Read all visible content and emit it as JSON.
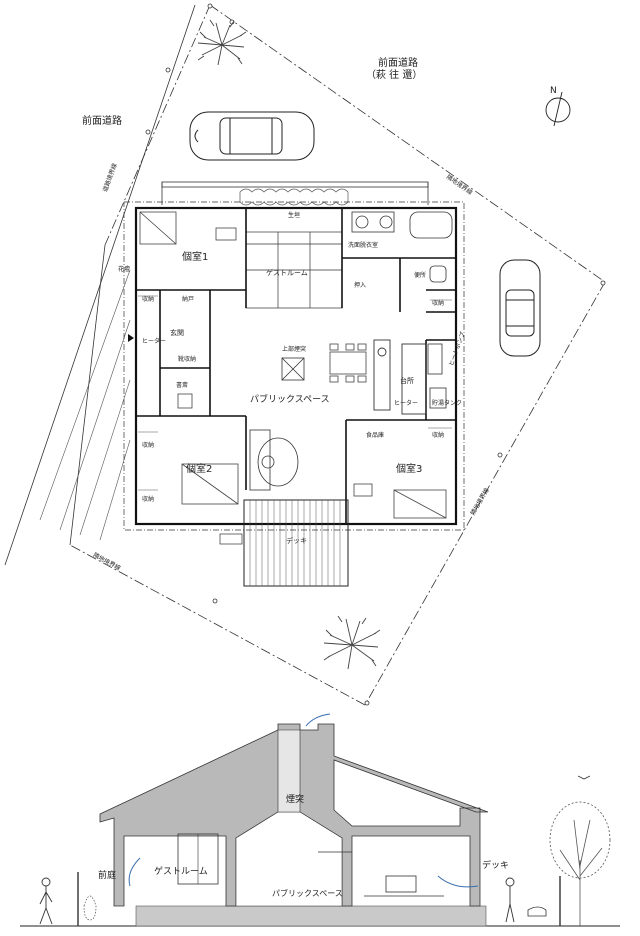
{
  "site": {
    "front_road_top": "前面道路",
    "front_road_top_sub": "（萩 往 還）",
    "front_road_left": "前面道路",
    "north_mark": "N",
    "boundary_labels": [
      "道路境界線",
      "隣地境界線",
      "隣地境界線",
      "隣地境界線"
    ]
  },
  "plan": {
    "rooms": {
      "private1": "個室1",
      "private2": "個室2",
      "private3": "個室3",
      "guest_room": "ゲストルーム",
      "public_space": "パブリックスペース",
      "deck": "デッキ",
      "kitchen": "台所",
      "laundry": "洗面脱衣室",
      "toilet": "便所",
      "pantry": "食品庫",
      "study": "書斎",
      "entry": "玄関"
    },
    "small_labels": {
      "storage_1": "収納",
      "storage_2": "収納",
      "storage_3": "収納",
      "storage_4": "収納",
      "storage_5": "収納",
      "closet": "納戸",
      "oshiire": "押入",
      "shoe_storage": "靴収納",
      "flower_bed": "花壇",
      "heater_upper": "上部煙突",
      "heater_left": "ヒーター",
      "heater_right": "ヒーター",
      "heat_pump": "ヒートポンプ",
      "water_tank": "貯湯タンク",
      "hedge": "生垣"
    }
  },
  "section": {
    "chimney": "煙突",
    "front_garden": "前庭",
    "guest_room": "ゲストルーム",
    "public_space": "パブリックスペース",
    "deck": "デッキ"
  }
}
